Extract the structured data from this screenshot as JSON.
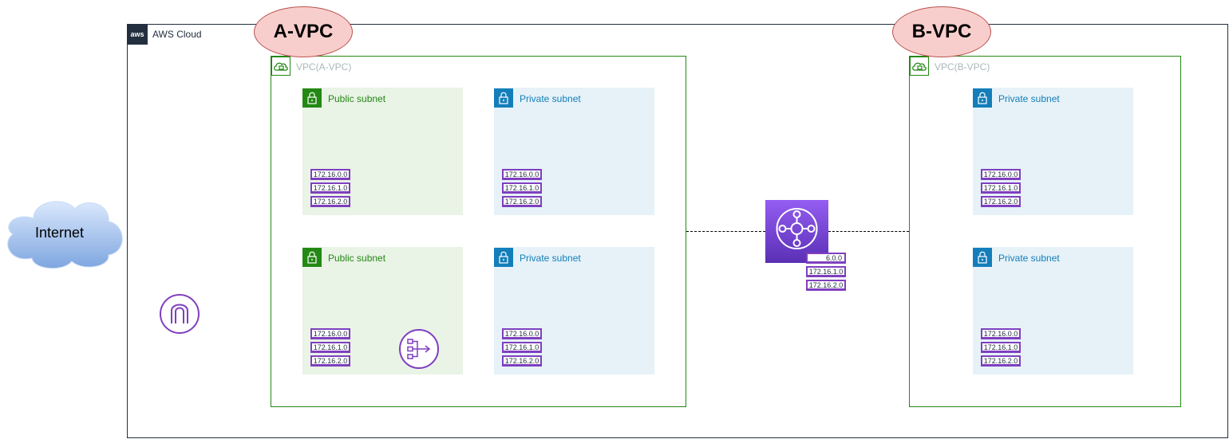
{
  "cloud": {
    "label": "AWS Cloud",
    "badge": "aws"
  },
  "internet": {
    "label": "Internet"
  },
  "vpcs": [
    {
      "tag": "A-VPC",
      "label": "VPC(A-VPC)"
    },
    {
      "tag": "B-VPC",
      "label": "VPC(B-VPC)"
    }
  ],
  "subnets": {
    "public": "Public subnet",
    "private": "Private subnet"
  },
  "route_entries": [
    "172.16.0.0",
    "172.16.1.0",
    "172.16.2.0"
  ],
  "tgw_route_entries": [
    "6.0.0",
    "172.16.1.0",
    "172.16.2.0"
  ],
  "colors": {
    "vpc_border": "#248814",
    "public_subnet_fill": "#e9f3e6",
    "private_subnet_fill": "#e6f2f8",
    "private_accent": "#147eba",
    "purple": "#7f3fbf",
    "tag_fill": "#f8cecc",
    "tag_border": "#b85450"
  }
}
